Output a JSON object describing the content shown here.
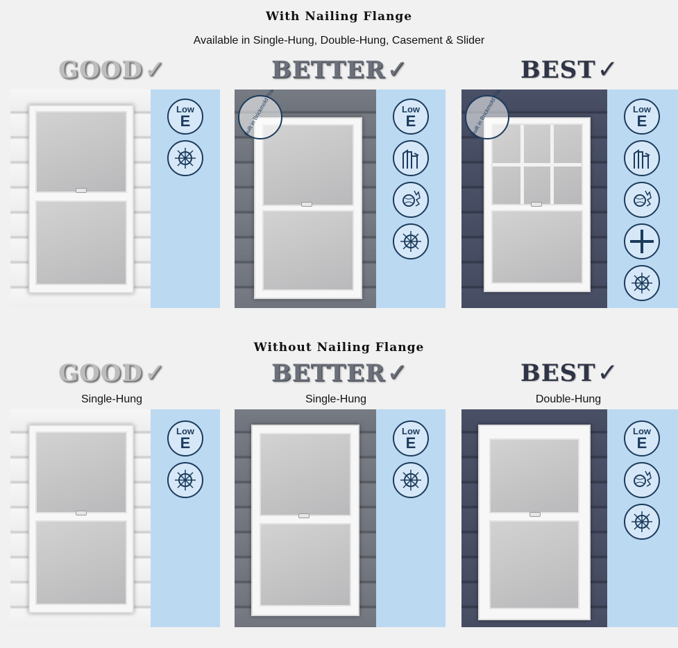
{
  "sections": {
    "with_flange": {
      "title": "With Nailing Flange",
      "subtitle": "Available in Single-Hung, Double-Hung, Casement & Slider"
    },
    "without_flange": {
      "title": "Without Nailing Flange"
    }
  },
  "tiers": {
    "good": "GOOD",
    "better": "BETTER",
    "best": "BEST",
    "check": "✓"
  },
  "window_types": {
    "good": "Single-Hung",
    "better": "Single-Hung",
    "best": "Double-Hung"
  },
  "badges": {
    "low_e": {
      "line1": "Low",
      "line2": "E"
    },
    "brickmold": "Built in Brickmold Frame"
  },
  "icons": [
    "low-e-icon",
    "climate-icon",
    "frame-profile-icon",
    "impact-resistant-icon",
    "grid-icon"
  ],
  "colors": {
    "sidebar": "#bcd9f2",
    "icon_stroke": "#1c3b5c",
    "good_siding": "#eeeeee",
    "better_siding": "#6f737b",
    "best_siding": "#454b60"
  }
}
